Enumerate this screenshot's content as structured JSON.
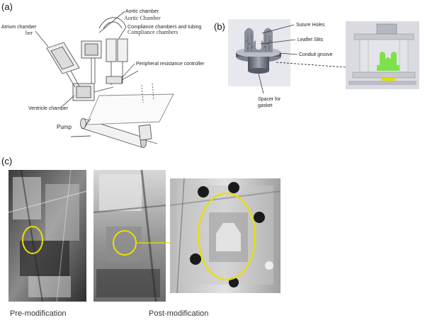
{
  "panels": {
    "a": {
      "label": "(a)",
      "labels": {
        "atrium": "Atrium chamber",
        "atrium_ghost": "ber",
        "aortic": "Aortic chamber",
        "aortic_ghost": "Aortic Chamber",
        "compliance": "Compliance chambers and tubing",
        "compliance_ghost": "Compliance chambers",
        "peripheral": "Peripheral resistance controller",
        "ventricle": "Ventricle chamber",
        "pump": "Pump"
      }
    },
    "b": {
      "label": "(b)",
      "labels": {
        "suture": "Suture Holes",
        "leaflet": "Leaflet Slits",
        "conduit": "Conduit groove",
        "spacer_line1": "Spacer for",
        "spacer_line2": "gasket"
      }
    },
    "c": {
      "label": "(c)",
      "captions": {
        "pre": "Pre-modification",
        "post": "Post-modification"
      }
    }
  },
  "colors": {
    "highlight_ellipse": "#e8e000",
    "valve_green": "#7ee04a",
    "render_bg": "#e6e8ee",
    "photo_dark": "#5a5a5a"
  }
}
